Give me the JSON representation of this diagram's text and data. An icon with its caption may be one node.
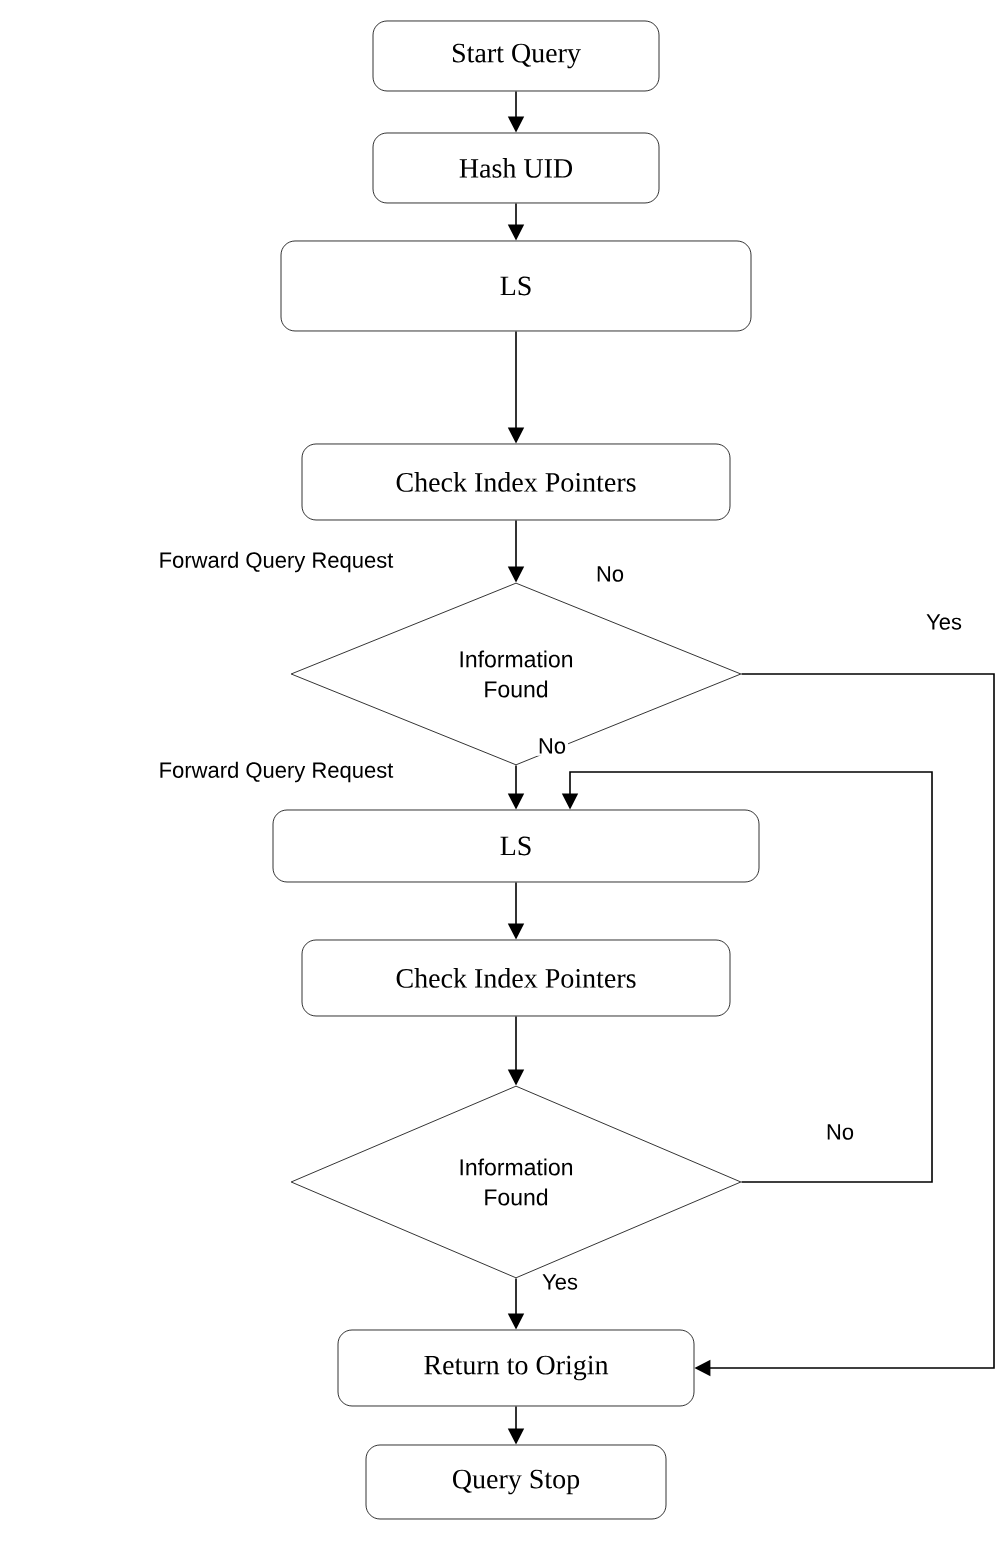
{
  "diagram": {
    "nodes": [
      {
        "text": [
          "Start Query"
        ]
      },
      {
        "text": [
          "Hash UID"
        ]
      },
      {
        "text": [
          "LS"
        ]
      },
      {
        "text": [
          "Check Index Pointers"
        ]
      },
      {
        "text": [
          "Information Found"
        ]
      },
      {
        "text": [
          "LS"
        ]
      },
      {
        "text": [
          "Check Index Pointers"
        ]
      },
      {
        "text": [
          "Information Found"
        ]
      },
      {
        "text": [
          "Return to Origin"
        ]
      },
      {
        "text": [
          "Query Stop"
        ]
      }
    ],
    "edges": [
      {
        "from": 0,
        "to": 1,
        "arrow": "to"
      },
      {
        "from": 1,
        "to": 2,
        "arrow": "to"
      },
      {
        "from": 2,
        "to": 3,
        "arrow": "to"
      },
      {
        "from": 3,
        "to": 4,
        "arrow": "to"
      },
      {
        "from": 4,
        "to": 5,
        "arrow": "to",
        "label": "No"
      },
      {
        "from": 4,
        "to": 8,
        "arrow": "to",
        "label": "Yes"
      },
      {
        "from": 5,
        "to": 6,
        "arrow": "to"
      },
      {
        "from": 6,
        "to": 7,
        "arrow": "to"
      },
      {
        "from": 7,
        "to": 5,
        "arrow": "to",
        "label": "No"
      },
      {
        "from": 7,
        "to": 8,
        "arrow": "to",
        "label": "Yes"
      },
      {
        "from": 8,
        "to": 9,
        "arrow": "to"
      }
    ],
    "labels": [
      "Forward Query Request",
      "No",
      "Forward Query Request"
    ]
  }
}
